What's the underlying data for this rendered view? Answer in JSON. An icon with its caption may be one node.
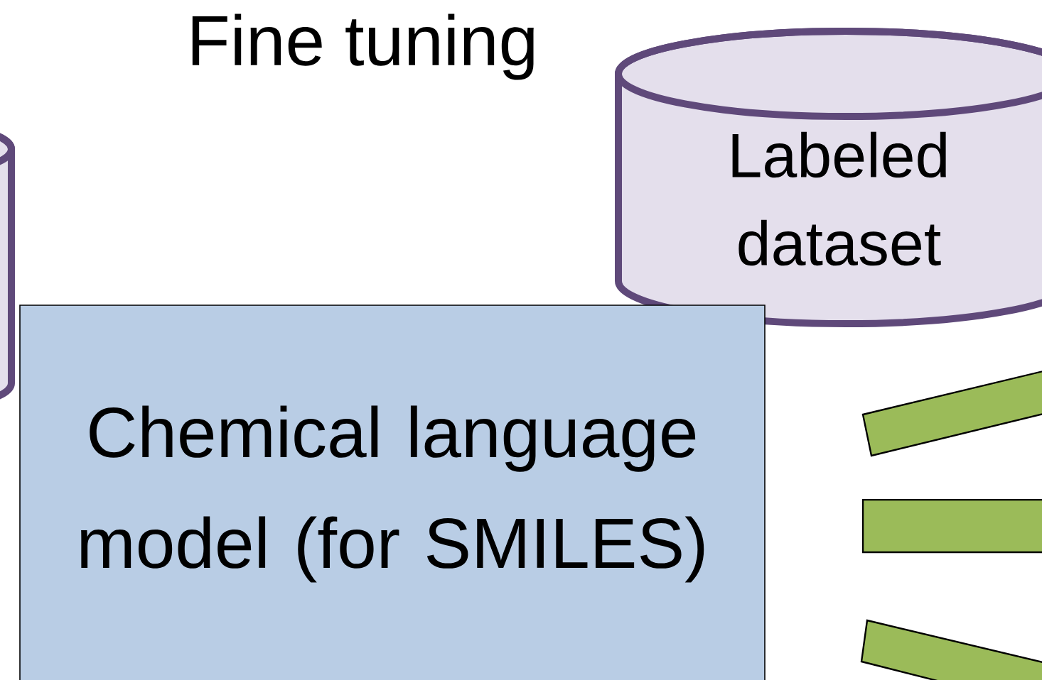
{
  "diagram": {
    "title": "Fine tuning",
    "nodes": [
      {
        "text": [],
        "shape": "cylinder"
      },
      {
        "text": [
          "Labeled dataset"
        ]
      },
      {
        "text": [
          "Chemical language model (for SMILES)"
        ]
      },
      {
        "text": [],
        "shape": "bar"
      },
      {
        "text": [],
        "shape": "bar"
      },
      {
        "text": [],
        "shape": "bar"
      }
    ]
  }
}
